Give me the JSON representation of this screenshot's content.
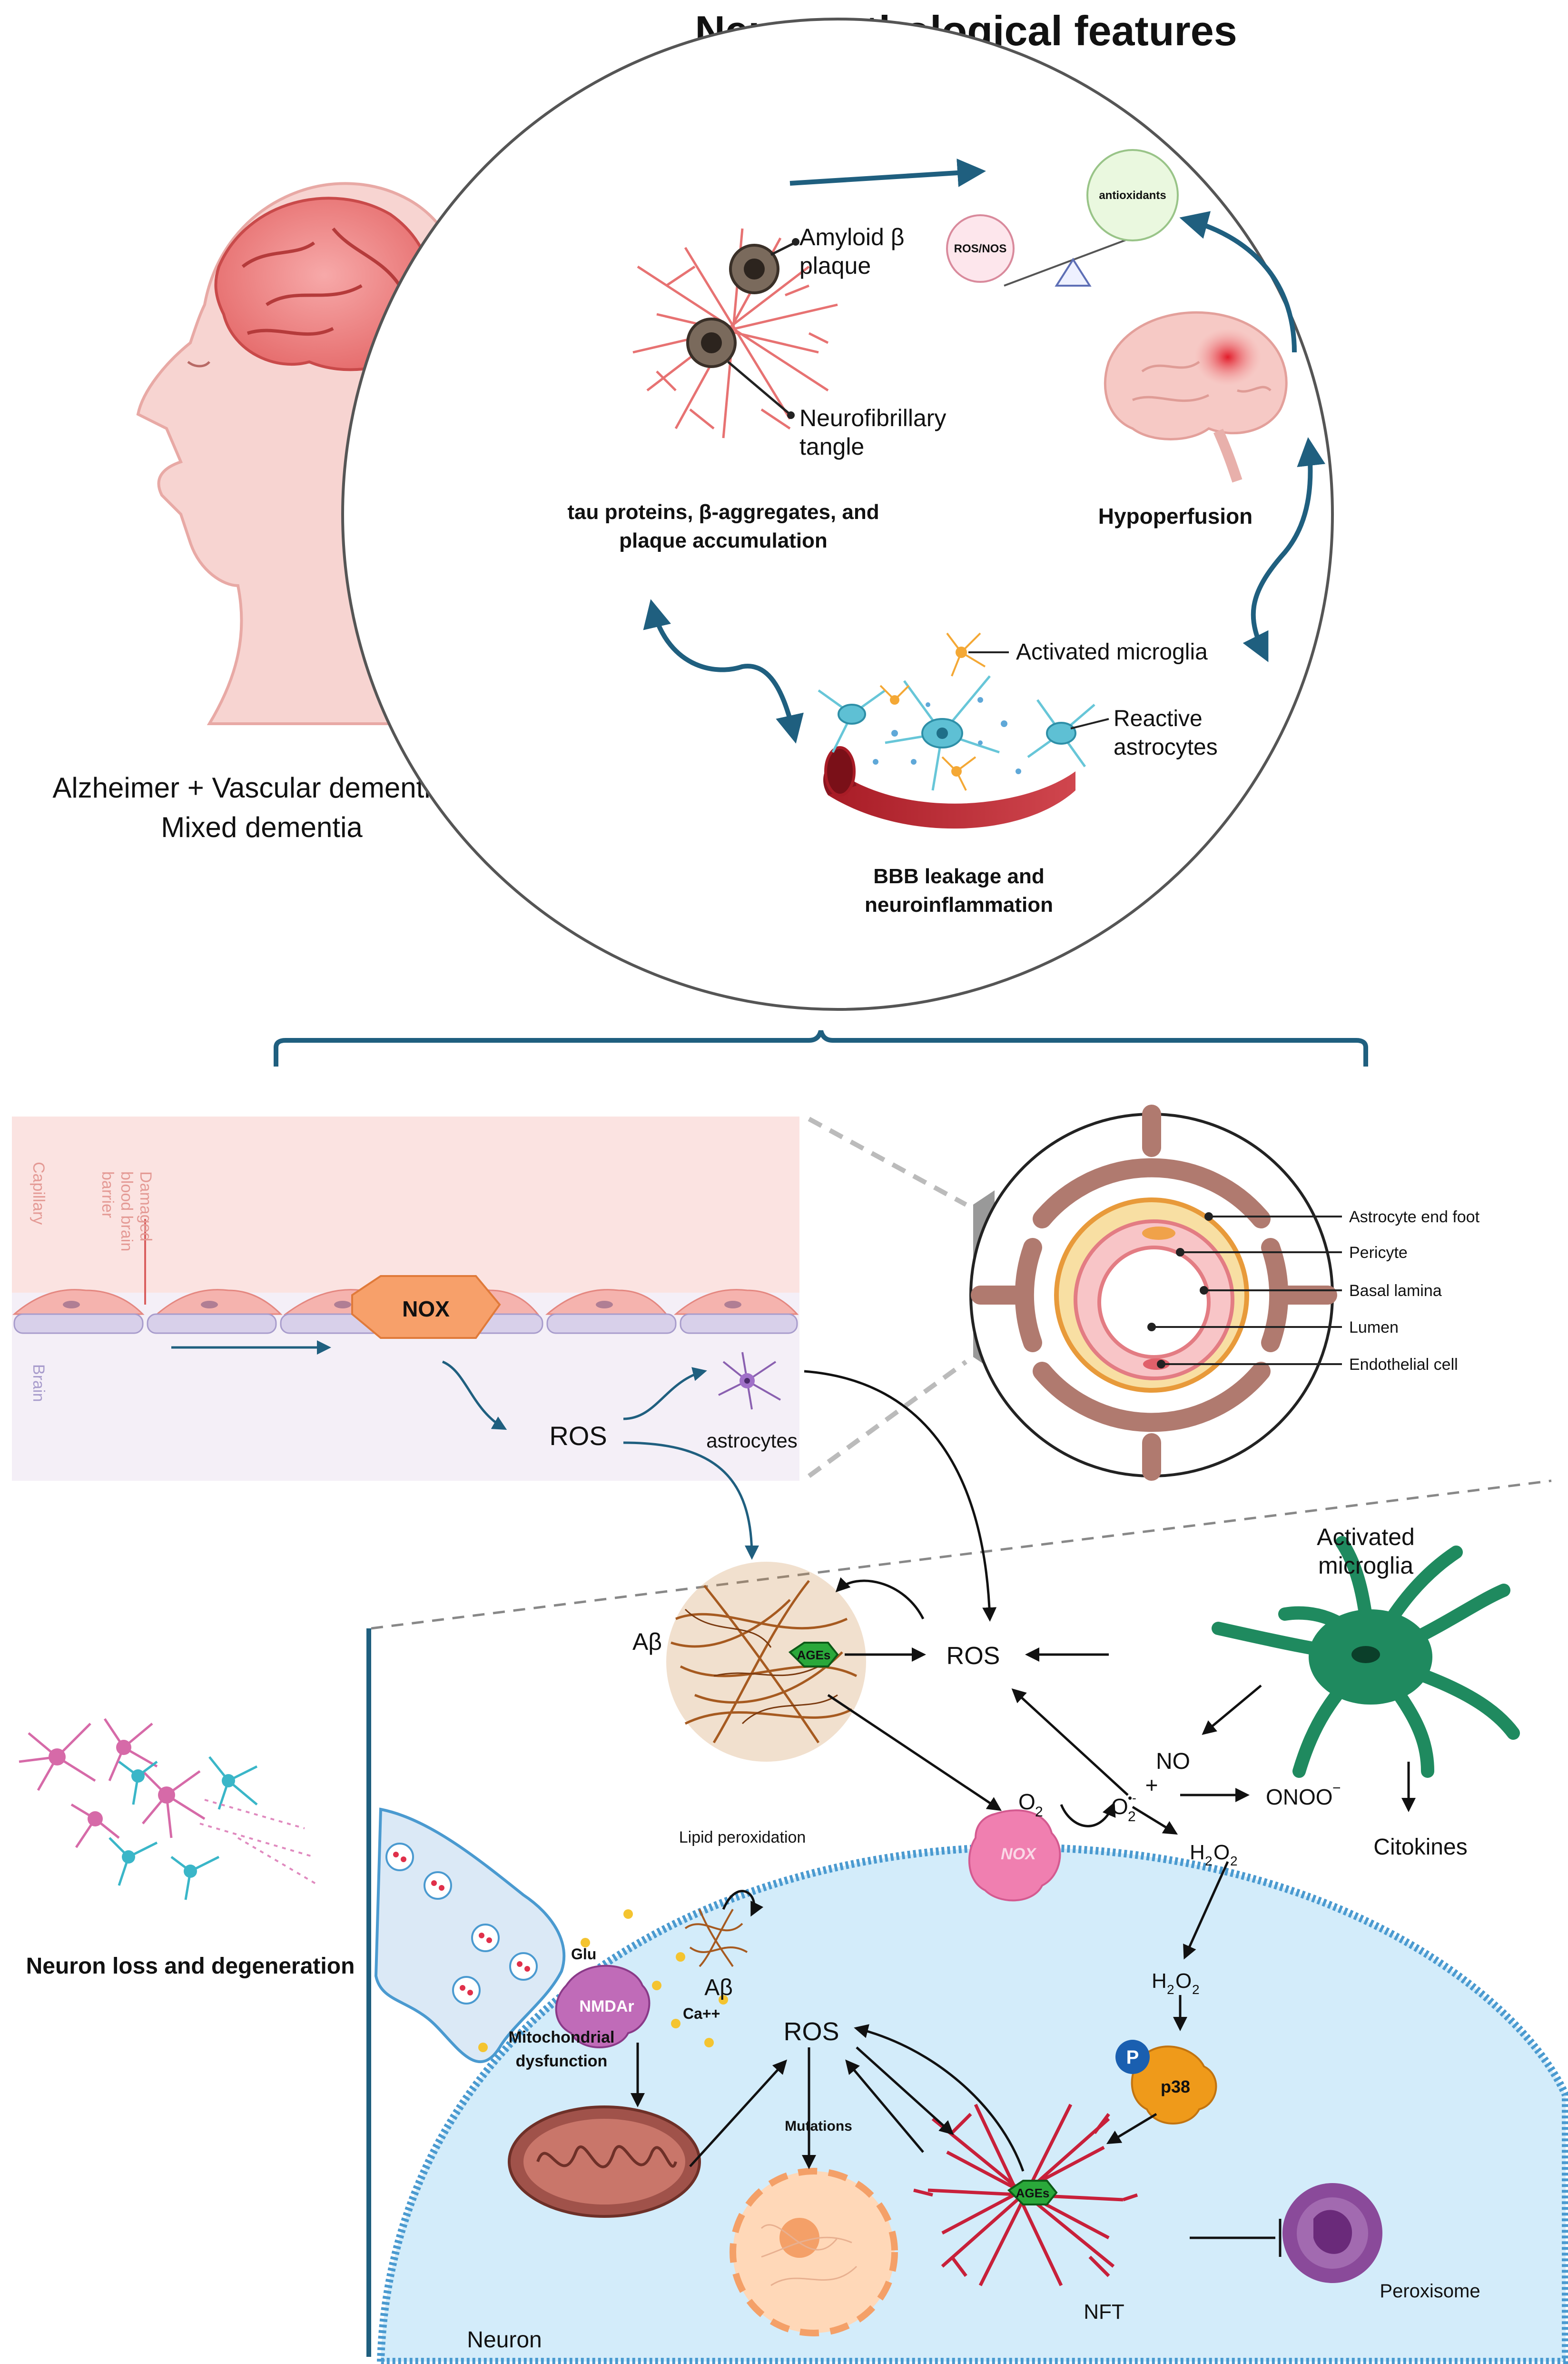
{
  "title": "Neuropathological features",
  "left_caption": {
    "line1": "Alzheimer + Vascular dementia =",
    "line2": "Mixed dementia"
  },
  "circle": {
    "amyloid_l1": "Amyloid β",
    "amyloid_l2": "plaque",
    "nft_l1": "Neurofibrillary",
    "nft_l2": "tangle",
    "tau_l1": "tau proteins,  β-aggregates, and",
    "tau_l2": "plaque accumulation",
    "ros_nos": "ROS/NOS",
    "antioxidants": "antioxidants",
    "hypoperfusion": "Hypoperfusion",
    "microglia": "Activated microglia",
    "astro_l1": "Reactive",
    "astro_l2": "astrocytes",
    "bbb_l1": "BBB leakage and",
    "bbb_l2": "neuroinflammation"
  },
  "capillary_panel": {
    "capillary": "Capillary",
    "damaged_l1": "Damaged",
    "damaged_l2": "blood brain",
    "damaged_l3": "barrier",
    "brain": "Brain",
    "nox": "NOX",
    "ros": "ROS",
    "astrocytes": "astrocytes"
  },
  "vessel_legend": {
    "items": [
      "Astrocyte end foot",
      "Pericyte",
      "Basal lamina",
      "Lumen",
      "Endothelial cell"
    ]
  },
  "neuron_panel": {
    "activated_l1": "Activated",
    "activated_l2": "microglia",
    "abeta_top": "Aβ",
    "ages_top": "AGEs",
    "ros_top": "ROS",
    "no": "NO",
    "plus": "+",
    "o2_main": "O",
    "o2_sub": "2",
    "o2r_main": "O",
    "o2r_sub": "2",
    "o2r_sup": "•-",
    "onoo": "ONOO",
    "onoo_sup": "−",
    "h2o2_a": "H",
    "h2o2_b": "2",
    "h2o2_c": "O",
    "h2o2_d": "2",
    "cytokines": "Citokines",
    "lipid": "Lipid peroxidation",
    "abeta_small": "Aβ",
    "nox": "NOX",
    "glu": "Glu",
    "nmdar": "NMDAr",
    "ca": "Ca++",
    "mito_l1": "Mitochondrial",
    "mito_l2": "dysfunction",
    "ros_mid": "ROS",
    "mutations": "Mutations",
    "p": "P",
    "p38": "p38",
    "ages_mid": "AGEs",
    "nft": "NFT",
    "peroxisome": "Peroxisome",
    "neuron": "Neuron"
  },
  "neuron_loss": "Neuron loss and degeneration",
  "colors": {
    "arrow_teal": "#1f5f7f",
    "microglia_green": "#1f8a5f",
    "tangle_red": "#c8203a",
    "membrane_blue": "#4a9ad0",
    "cell_fill": "#d3ecfa",
    "nox_pink": "#f07fb0",
    "p38_orange": "#ef9a1a",
    "p_blue": "#1a5fb0"
  }
}
